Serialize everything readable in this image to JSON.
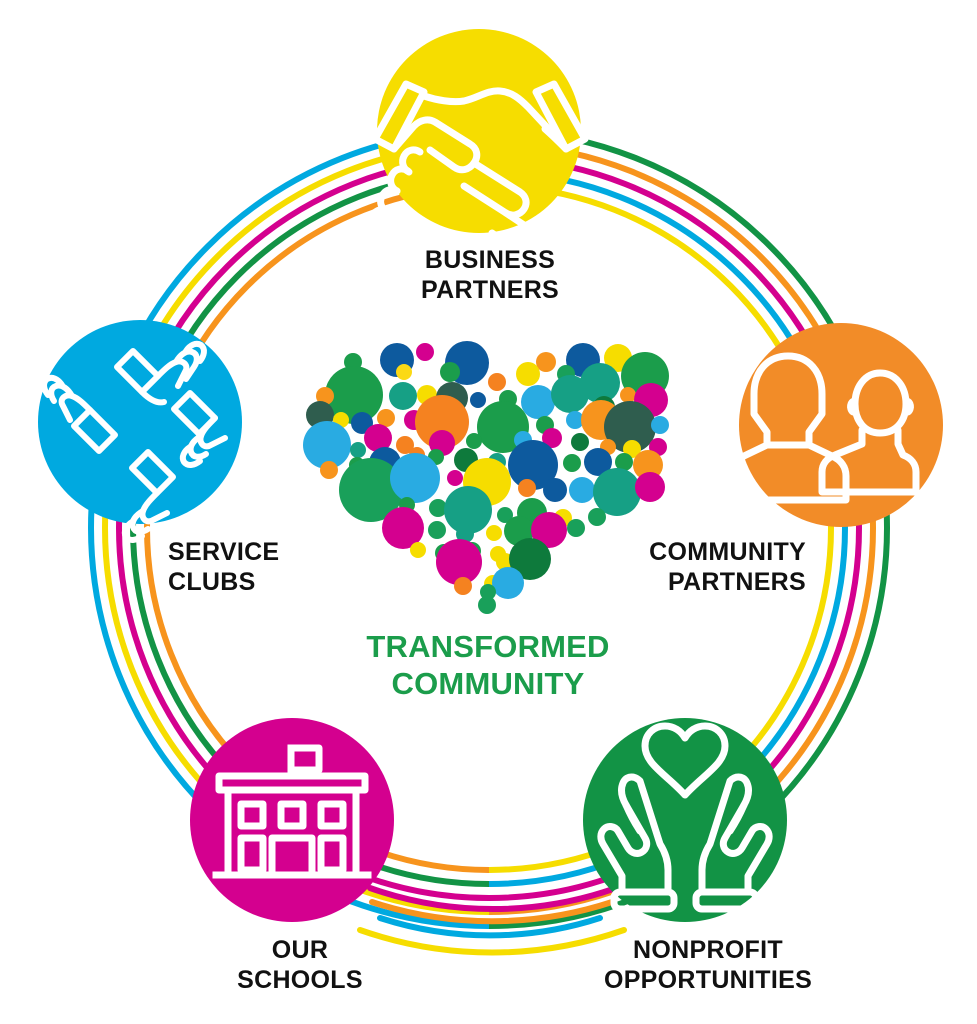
{
  "diagram": {
    "title": "Transformed Community partnership wheel",
    "center": {
      "label": "TRANSFORMED\nCOMMUNITY",
      "color": "#1B9D4B",
      "icon": "heart-of-circles-icon"
    },
    "nodes": [
      {
        "id": "business-partners",
        "label": "BUSINESS\nPARTNERS",
        "color": "#F6DD00",
        "icon": "handshake-icon",
        "position": "top"
      },
      {
        "id": "community-partners",
        "label": "COMMUNITY\nPARTNERS",
        "color": "#F28C28",
        "icon": "two-people-icon",
        "position": "right"
      },
      {
        "id": "nonprofit",
        "label": "NONPROFIT\nOPPORTUNITIES",
        "color": "#129345",
        "icon": "hands-heart-icon",
        "position": "bottom-right"
      },
      {
        "id": "our-schools",
        "label": "OUR\nSCHOOLS",
        "color": "#D4008F",
        "icon": "school-building-icon",
        "position": "bottom-left"
      },
      {
        "id": "service-clubs",
        "label": "SERVICE\nCLUBS",
        "color": "#00A9E0",
        "icon": "four-hands-icon",
        "position": "left"
      }
    ],
    "rings": [
      {
        "name": "ring-blue",
        "color": "#00A9E0"
      },
      {
        "name": "ring-green",
        "color": "#129345"
      },
      {
        "name": "ring-magenta",
        "color": "#D4008F"
      },
      {
        "name": "ring-yellow",
        "color": "#F6DD00"
      },
      {
        "name": "ring-orange",
        "color": "#F7941D"
      }
    ],
    "heart_palette": [
      "#1B9D4B",
      "#0E7A3C",
      "#19A05A",
      "#16A085",
      "#0E9AA7",
      "#1B75BB",
      "#0D5A9E",
      "#29ABE2",
      "#2BB3EA",
      "#F7941D",
      "#F58220",
      "#D4008F",
      "#E6007E",
      "#F6DD00",
      "#FBD914",
      "#2F5D4E",
      "#27614F"
    ]
  }
}
